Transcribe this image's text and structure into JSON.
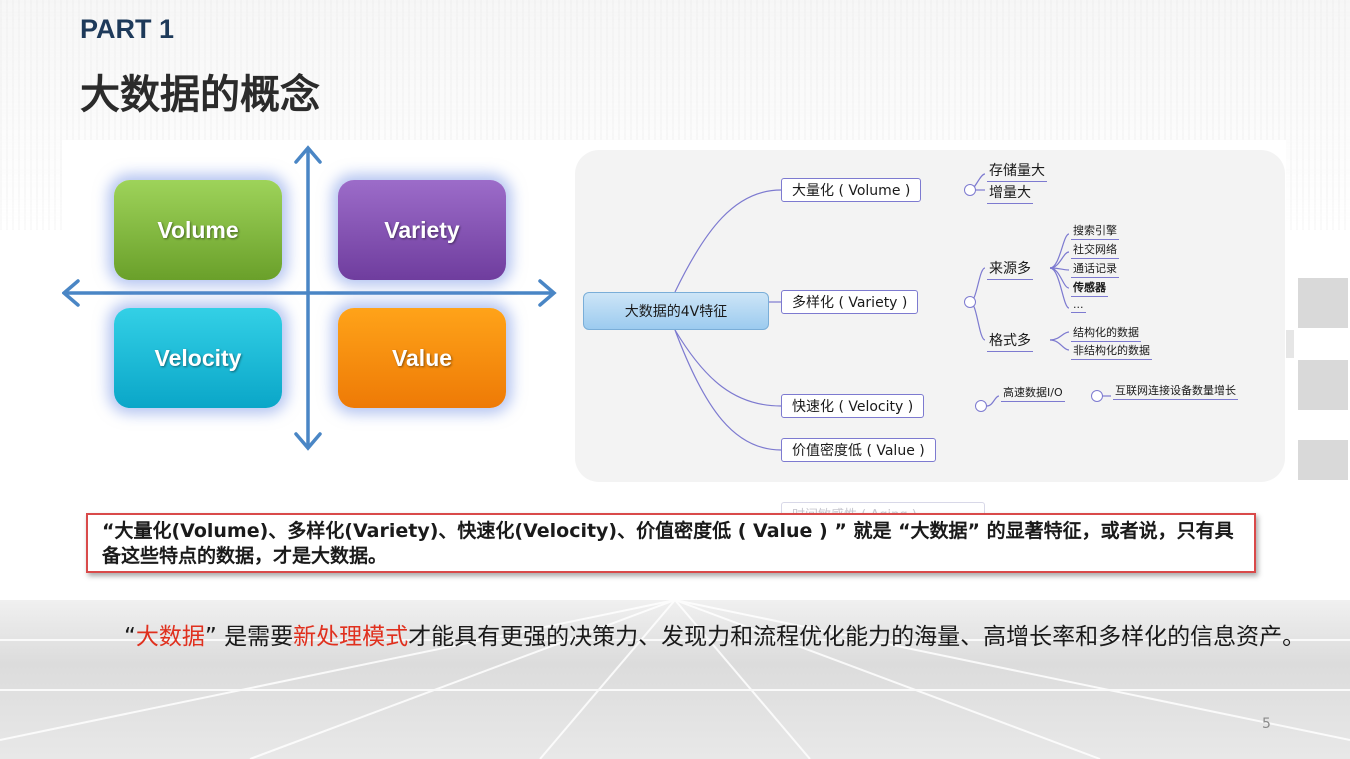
{
  "header": {
    "part_label": "PART 1",
    "title": "大数据的概念"
  },
  "quadrant": {
    "items": [
      {
        "label": "Volume",
        "color": "#7ab83a"
      },
      {
        "label": "Variety",
        "color": "#8250b5"
      },
      {
        "label": "Velocity",
        "color": "#1bbad8"
      },
      {
        "label": "Value",
        "color": "#f58a0c"
      }
    ]
  },
  "mindmap": {
    "root": "大数据的4V特征",
    "branches": [
      {
        "label": "大量化 ( Volume )",
        "children": [
          "存储量大",
          "增量大"
        ]
      },
      {
        "label": "多样化 ( Variety )",
        "groups": [
          {
            "label": "来源多",
            "children": [
              "搜索引擎",
              "社交网络",
              "通话记录",
              "传感器",
              "..."
            ]
          },
          {
            "label": "格式多",
            "children": [
              "结构化的数据",
              "非结构化的数据"
            ]
          }
        ]
      },
      {
        "label": "快速化 ( Velocity )",
        "children": [
          "高速数据I/O"
        ],
        "grandchild": "互联网连接设备数量增长"
      },
      {
        "label": "价值密度低 ( Value )"
      }
    ],
    "ghost": "时间敏感性 ( Aging )"
  },
  "quote": {
    "text": "“大量化(Volume)、多样化(Variety)、快速化(Velocity)、价值密度低 ( Value ) ” 就是 “大数据” 的显著特征，或者说，只有具备这些特点的数据，才是大数据。"
  },
  "body": {
    "part1": "“",
    "part2": "大数据",
    "part3": "” 是需要",
    "part4": "新处理模式",
    "part5": "才能具有更强的决策力、发现力和流程优化能力的海量、高增长率和多样化的信息资产。"
  },
  "page_number": "5",
  "colors": {
    "accent_red": "#e0301e",
    "title_blue": "#1e3a5a",
    "axis_blue": "#4a86c5"
  }
}
